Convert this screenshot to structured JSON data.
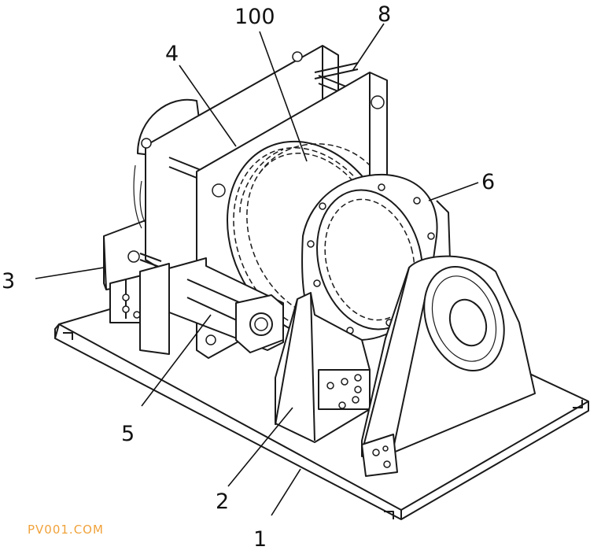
{
  "figure": {
    "labels": {
      "l100": "100",
      "l8": "8",
      "l4": "4",
      "l6": "6",
      "l3": "3",
      "l5": "5",
      "l2": "2",
      "l1": "1"
    },
    "watermark": "PV001.COM"
  },
  "colors": {
    "ink": "#1a1a1a",
    "watermark": "#f0a23a",
    "background": "#ffffff"
  }
}
